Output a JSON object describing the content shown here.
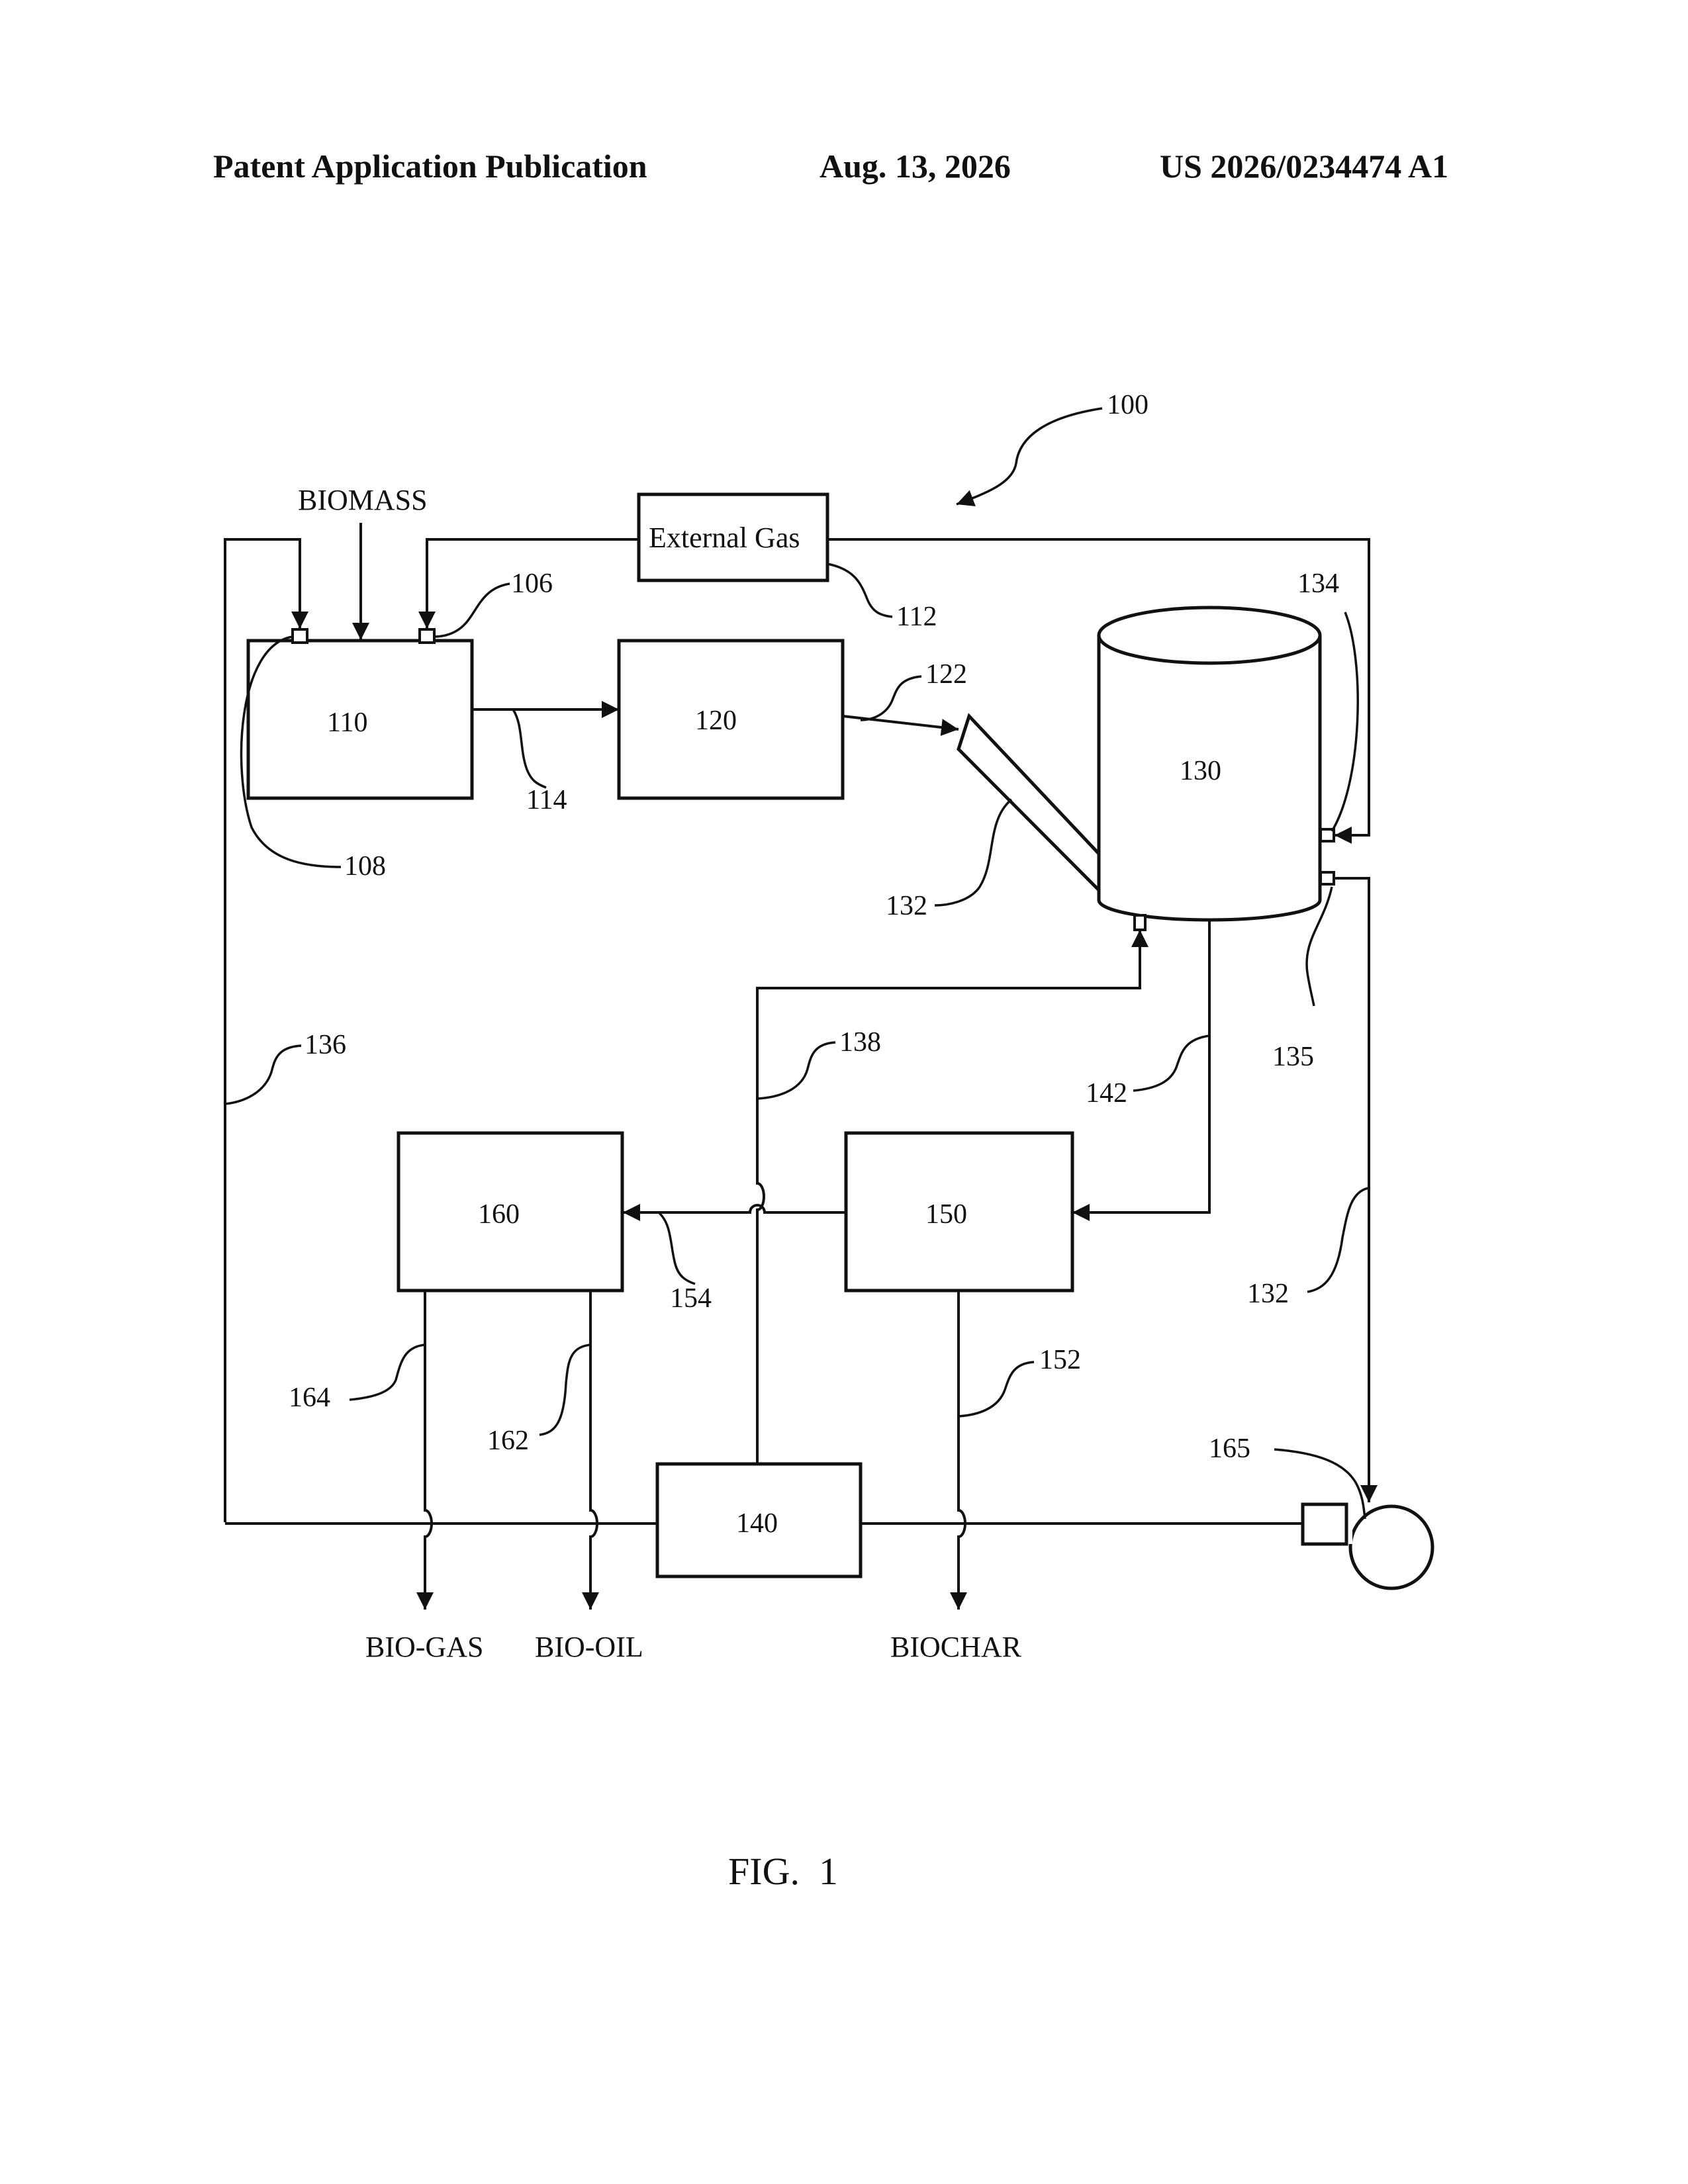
{
  "header": {
    "left": "Patent Application Publication",
    "date": "Aug. 13, 2026",
    "number": "US 2026/0234474 A1"
  },
  "diagram": {
    "system_ref": "100",
    "inputs": {
      "biomass": "BIOMASS",
      "external_gas": "External Gas"
    },
    "blocks": {
      "b110": "110",
      "b120": "120",
      "b130": "130",
      "b140": "140",
      "b150": "150",
      "b160": "160"
    },
    "refs": {
      "r106": "106",
      "r108": "108",
      "r112": "112",
      "r114": "114",
      "r122": "122",
      "r132a": "132",
      "r132b": "132",
      "r134": "134",
      "r135": "135",
      "r136": "136",
      "r138": "138",
      "r142": "142",
      "r152": "152",
      "r154": "154",
      "r162": "162",
      "r164": "164",
      "r165": "165"
    },
    "outputs": {
      "biogas": "BIO-GAS",
      "biooil": "BIO-OIL",
      "biochar": "BIOCHAR"
    }
  },
  "figure_label": "FIG.  1"
}
